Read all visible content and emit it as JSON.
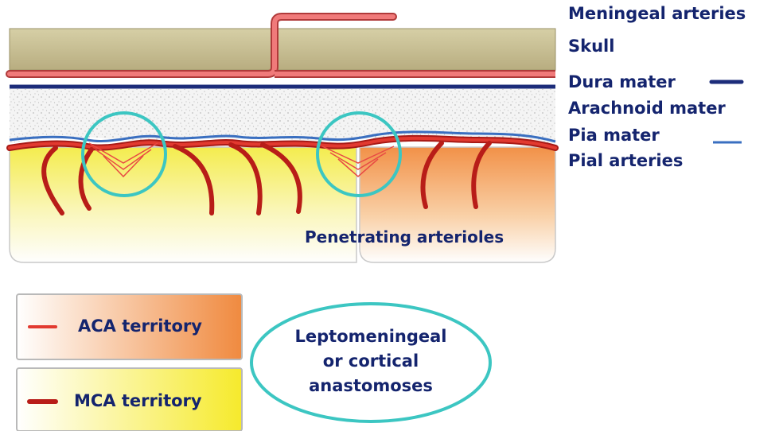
{
  "labels": {
    "meningeal_arteries": "Meningeal arteries",
    "skull": "Skull",
    "dura_mater": "Dura mater",
    "arachnoid_mater": "Arachnoid mater",
    "pia_mater": "Pia mater",
    "pial_arteries": "Pial arteries",
    "penetrating_arterioles": "Penetrating arterioles"
  },
  "legend": {
    "aca": "ACA territory",
    "mca": "MCA territory"
  },
  "callout": {
    "line1": "Leptomeningeal",
    "line2": "or cortical",
    "line3": "anastomoses"
  },
  "colors": {
    "artery": "#d9241e",
    "artery_light": "#f08080",
    "dura": "#1c2c7a",
    "pia": "#3a6fc0",
    "skull": "#c9bf93",
    "circle": "#3cc6c2",
    "aca_territory": "#f39a55",
    "mca_territory": "#f3ea50",
    "label_text": "#14246e"
  }
}
